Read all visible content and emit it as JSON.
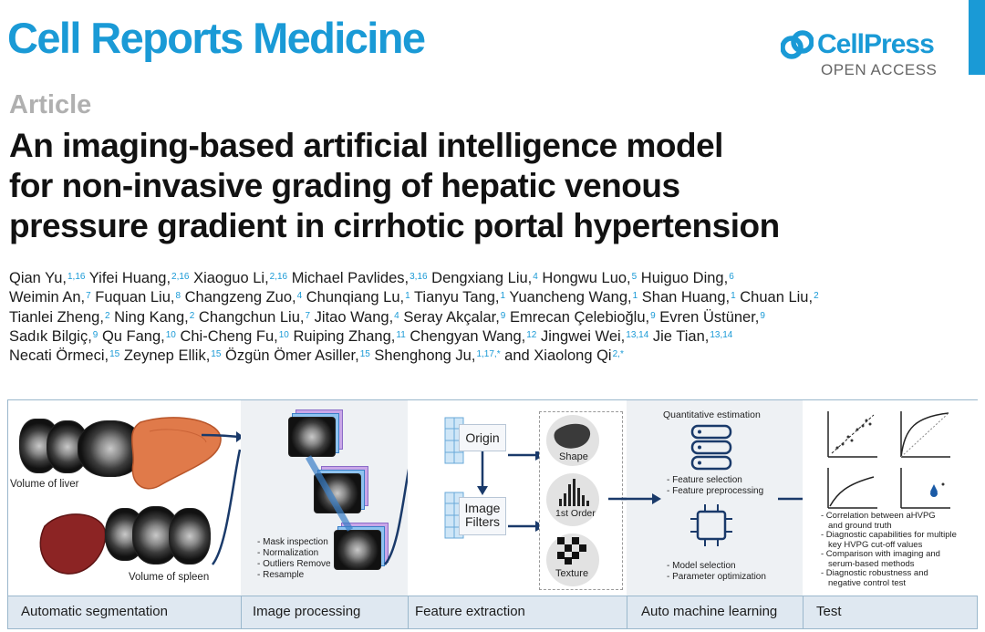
{
  "journal": "Cell Reports Medicine",
  "publisher": {
    "name": "CellPress",
    "access": "OPEN ACCESS"
  },
  "article_type": "Article",
  "title_lines": [
    "An imaging-based artificial intelligence model",
    "for non-invasive grading of hepatic venous",
    "pressure gradient in cirrhotic portal hypertension"
  ],
  "abstract_figure": {
    "stages": [
      "Automatic segmentation",
      "Image processing",
      "Feature extraction",
      "Auto machine learning",
      "Test"
    ],
    "segmentation": {
      "liver_label": "Volume of liver",
      "spleen_label": "Volume of spleen"
    },
    "processing_steps": [
      "- Mask inspection",
      "- Normalization",
      "- Outliers Remove",
      "- Resample"
    ],
    "feature": {
      "origin": "Origin",
      "filters_line1": "Image",
      "filters_line2": "Filters",
      "shape": "Shape",
      "first_order": "1st Order",
      "texture": "Texture"
    },
    "automl": {
      "quantitative": "Quantitative estimation",
      "step1": [
        "- Feature selection",
        "- Feature preprocessing"
      ],
      "step2": [
        "- Model selection",
        "- Parameter optimization"
      ]
    },
    "test_items": [
      "- Correlation between aHVPG",
      "  and ground truth",
      "- Diagnostic capabilities for multiple",
      "  key HVPG cut-off values",
      "- Comparison with imaging and",
      "  serum-based methods",
      "- Diagnostic robustness and",
      "  negative control test"
    ]
  },
  "colors": {
    "brand_blue": "#1a9ad6",
    "superscript": "#1a9ad6",
    "article_gray": "#b0b0b0"
  }
}
